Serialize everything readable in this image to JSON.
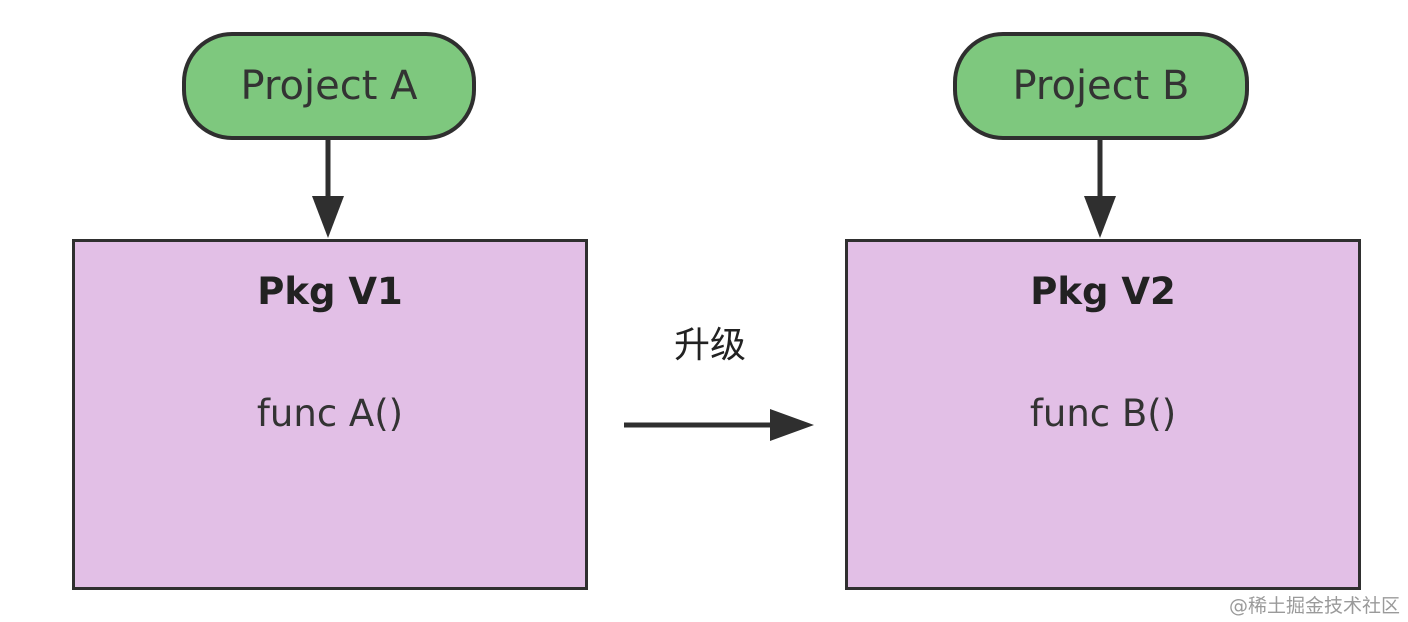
{
  "colors": {
    "project_fill": "#7ec87e",
    "pkg_fill": "#e2bfe6",
    "stroke": "#2f2f2f"
  },
  "projects": [
    {
      "label": "Project A"
    },
    {
      "label": "Project B"
    }
  ],
  "packages": [
    {
      "title": "Pkg V1",
      "func": "func A()"
    },
    {
      "title": "Pkg V2",
      "func": "func B()"
    }
  ],
  "upgrade_label": "升级",
  "footer_watermark": "@稀土掘金技术社区"
}
